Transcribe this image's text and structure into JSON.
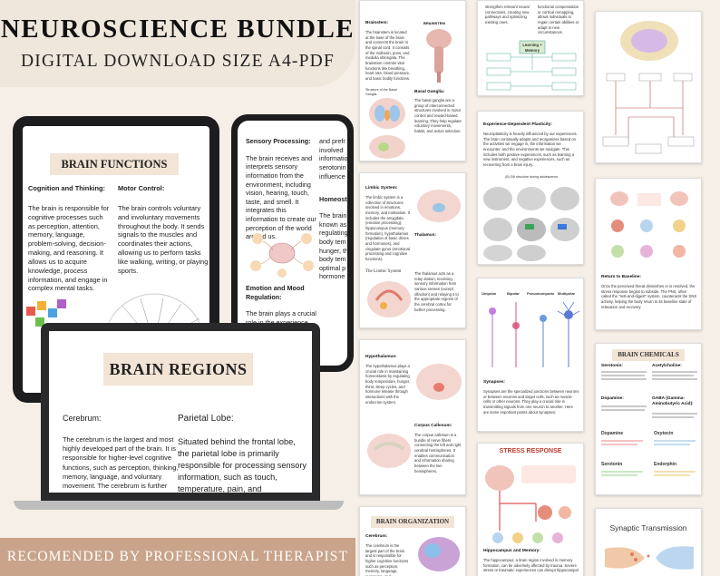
{
  "header": {
    "title": "NEUROSCIENCE BUNDLE",
    "subtitle": "DIGITAL DOWNLOAD SIZE A4-PDF"
  },
  "footer": {
    "text": "RECOMENDED BY PROFESSIONAL THERAPIST"
  },
  "tablet": {
    "heading": "BRAIN FUNCTIONS",
    "col1_title": "Cognition and Thinking:",
    "col1_text": "The brain is responsible for cognitive processes such as perception, attention, memory, language, problem-solving, decision-making, and reasoning. It allows us to acquire knowledge, process information, and engage in complex mental tasks.",
    "col2_title": "Motor Control:",
    "col2_text": "The brain controls voluntary and involuntary movements throughout the body. It sends signals to the muscles and coordinates their actions, allowing us to perform tasks like walking, writing, or playing sports."
  },
  "phone": {
    "sensory_title": "Sensory Processing:",
    "sensory_text": "The brain receives and interprets sensory information from the environment, including vision, hearing, touch, taste, and smell. It integrates this information to create our perception of the world around us.",
    "emotion_title": "Emotion and Mood Regulation:",
    "emotion_text": "The brain plays a crucial role in the experience and regulation of emotions and",
    "right_top": "and prefr involved information serotonin influence",
    "right_title": "Homeost",
    "right_text": "The brain known as regulating body tem hunger, th body tem optimal p hormone"
  },
  "laptop": {
    "heading": "BRAIN REGIONS",
    "col1_title": "Cerebrum:",
    "col1_text": "The cerebrum is the largest and most highly developed part of the brain. It is responsible for higher-level cognitive functions, such as perception, thinking, memory, language, and voluntary movement. The cerebrum is further divided into two cerebral hemispheres (left and",
    "col2_title": "Parietal Lobe:",
    "col2_text": "Situated behind the frontal lobe, the parietal lobe is primarily responsible for processing sensory information, such as touch, temperature, pain, and"
  },
  "thumbs": {
    "brainstem_label": "Brainstem:",
    "brainstem_head": "BRAINSTEM",
    "brainstem_text": "The brainstem is located at the base of the brain and connects the brain to the spinal cord. It consists of the midbrain, pons, and medulla oblongata. The brainstem controls vital functions like breathing, heart rate, blood pressure, and basic bodily functions.",
    "basal_label": "Basal Ganglia:",
    "basal_text": "The basal ganglia are a group of interconnected structures involved in motor control and reward-based learning. They help regulate voluntary movements, habits, and action selection.",
    "basal_caption": "Structure of the Basal Ganglia",
    "learning_top": "strengthen relevant neural connections, creating new pathways and optimizing existing ones.",
    "learning_right": "functional compensation or cortical remapping, allows individuals to regain certain abilities or adapt to new circumstances.",
    "learning_center": "Learning + Memory",
    "exp_label": "Experience-Dependent Plasticity:",
    "exp_text": "Neuroplasticity is heavily influenced by our experiences. The brain continually adapts and reorganizes based on the activities we engage in, the information we encounter, and the environments we navigate. This includes both positive experiences, such as learning a new instrument, and negative experiences, such as recovering from a brain injury.",
    "limbic_label": "Limbic System:",
    "limbic_text": "The limbic system is a collection of structures involved in emotions, memory, and motivation. It includes the amygdala (emotion processing), hippocampus (memory formation), hypothalamus (regulation of basic drives and hormones), and cingulate gyrus (emotional processing and cognitive functions).",
    "limbic_caption": "The Limbic System",
    "thalamus_label": "Thalamus:",
    "thalamus_text": "The thalamus acts as a relay station, receiving sensory information from various senses (except olfaction) and relaying it to the appropriate regions of the cerebral cortex for further processing.",
    "dti_caption": "(B) Gill structure during adolescence",
    "return_label": "Return to Baseline:",
    "return_text": "Once the perceived threat diminishes or is resolved, the stress response begins to subside. The PNS, often called the \"rest-and-digest\" system, counteracts the SNS activity, helping the body return to its baseline state of relaxation and recovery.",
    "neuron_labels": [
      "Unipolar",
      "Bipolar",
      "Pseudounipolar",
      "Multipolar"
    ],
    "hypo_label": "Hypothalamus:",
    "hypo_text": "The hypothalamus plays a crucial role in maintaining homeostasis by regulating body temperature, hunger, thirst, sleep cycles, and hormone release through interactions with the endocrine system.",
    "synapse_label": "Synapses:",
    "synapse_text": "Synapses are the specialized junctions between neurons or between neurons and target cells, such as muscle cells or other neurons. They play a crucial role in transmitting signals from one neuron to another. Here are some important points about synapses:",
    "chem_head": "BRAIN CHEMICALS",
    "chem_items": [
      "Serotonin:",
      "Acetylcholine:",
      "Dopamine:",
      "GABA (Gamma-Aminobutyric Acid):"
    ],
    "chem_lower": [
      "Dopamine",
      "Oxytocin",
      "Serotonin",
      "Endorphin"
    ],
    "corpus_label": "Corpus Callosum:",
    "corpus_text": "The corpus callosum is a bundle of nerve fibers connecting the left and right cerebral hemispheres. It enables communication and information sharing between the two hemispheres.",
    "stress_head": "STRESS RESPONSE",
    "hippo_label": "Hippocampus and Memory:",
    "hippo_text": "The hippocampus, a brain region involved in memory formation, can be adversely affected by trauma. Severe stress or traumatic experiences can disrupt hippocampal",
    "synaptic_head": "Synaptic Transmission",
    "org_head": "BRAIN ORGANIZATION",
    "org_label": "Cerebrum:",
    "org_text": "The cerebrum is the largest part of the brain and is responsible for higher cognitive functions such as perception, memory, language, reasoning, and"
  },
  "colors": {
    "background": "#f6efe7",
    "title_panel": "#efe6dc",
    "footer": "#c9a48a",
    "heading_bar": "#f2e5d6",
    "device": "#1d1d1f"
  }
}
